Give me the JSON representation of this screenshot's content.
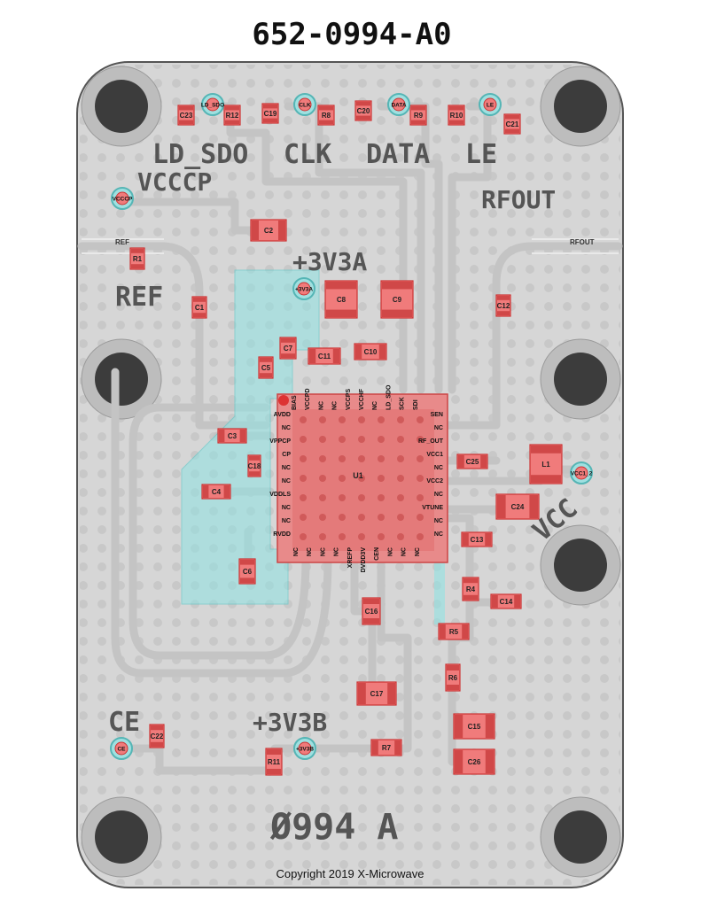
{
  "board": {
    "part_number": "652-0994-A0",
    "bottom_code": "Ø994 A",
    "copyright": "Copyright 2019 X-Microwave"
  },
  "silkscreen": {
    "ld_sdo": "LD_SDO",
    "clk": "CLK",
    "data": "DATA",
    "le": "LE",
    "vcccp": "VCCCP",
    "rfout": "RFOUT",
    "v3v3a": "+3V3A",
    "ref": "REF",
    "vcc": "VCC",
    "ce": "CE",
    "v3v3b": "+3V3B"
  },
  "line_labels": {
    "ref": "REF",
    "rfout": "RFOUT"
  },
  "test_points": {
    "ld_sdo": "LD_SDO",
    "clk": "CLK",
    "data": "DATA",
    "le": "LE",
    "vcccp": "VCCCP",
    "v3v3a": "+3V3A",
    "vcc1_2": "VCC1_2",
    "v3v3b": "+3V3B",
    "ce": "CE"
  },
  "components": {
    "C1": "C1",
    "C2": "C2",
    "C3": "C3",
    "C4": "C4",
    "C5": "C5",
    "C6": "C6",
    "C7": "C7",
    "C8": "C8",
    "C9": "C9",
    "C10": "C10",
    "C11": "C11",
    "C12": "C12",
    "C13": "C13",
    "C14": "C14",
    "C15": "C15",
    "C16": "C16",
    "C17": "C17",
    "C18": "C18",
    "C19": "C19",
    "C20": "C20",
    "C21": "C21",
    "C22": "C22",
    "C23": "C23",
    "C24": "C24",
    "C25": "C25",
    "C26": "C26",
    "R1": "R1",
    "R4": "R4",
    "R5": "R5",
    "R6": "R6",
    "R7": "R7",
    "R8": "R8",
    "R9": "R9",
    "R10": "R10",
    "R11": "R11",
    "R12": "R12",
    "L1": "L1",
    "U1": "U1"
  },
  "ic_pins": {
    "top": [
      "BIAS",
      "VCCPD",
      "NC",
      "NC",
      "VCCPS",
      "VCCHF",
      "NC",
      "LD_SDO",
      "SCK",
      "SDI"
    ],
    "left": [
      "AVDD",
      "NC",
      "VPPCP",
      "CP",
      "NC",
      "NC",
      "VDDLS",
      "NC",
      "NC",
      "RVDD"
    ],
    "right": [
      "SEN",
      "NC",
      "RF_OUT",
      "VCC1",
      "NC",
      "VCC2",
      "NC",
      "VTUNE",
      "NC",
      "NC"
    ],
    "bottom": [
      "NC",
      "NC",
      "NC",
      "NC",
      "XREFP",
      "DVDD3V",
      "CEN",
      "NC",
      "NC",
      "NC"
    ]
  }
}
